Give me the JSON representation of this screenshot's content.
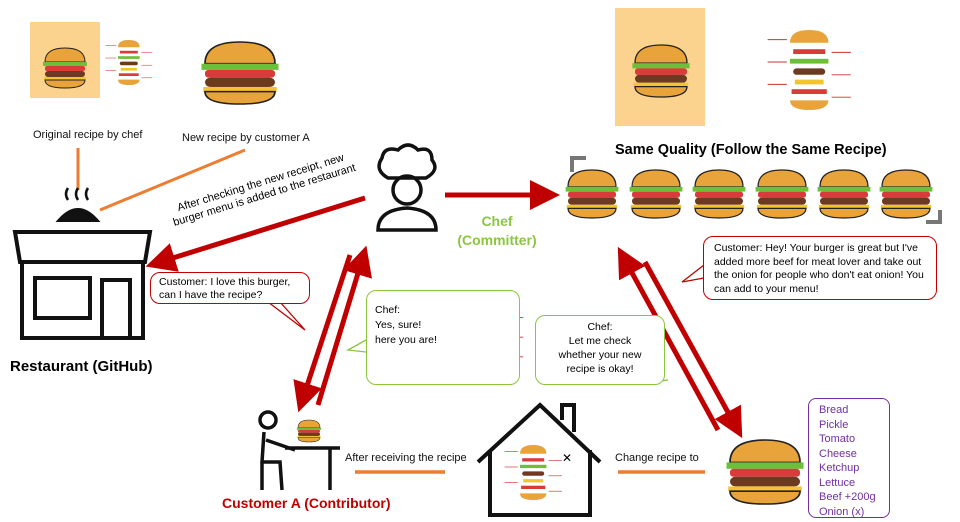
{
  "top_left": {
    "original_label": "Original recipe by chef",
    "new_label": "New recipe by customer A"
  },
  "restaurant": {
    "label": "Restaurant (GitHub)"
  },
  "chef": {
    "label_line1": "Chef",
    "label_line2": "(Committer)",
    "color": "#8cc63f"
  },
  "arrow_to_restaurant": {
    "line1": "After checking the new receipt, new",
    "line2": "burger menu is added to the restaurant"
  },
  "same_quality": {
    "title": "Same Quality (Follow the Same Recipe)"
  },
  "bubbles": {
    "customer_request": "Customer: I love this burger, can I have the recipe?",
    "chef_reply": {
      "line1": "Chef:",
      "line2": "Yes, sure!",
      "line3": "here you are!"
    },
    "chef_check": {
      "line1": "Chef:",
      "line2": "Let me check",
      "line3": "whether your new",
      "line4": "recipe is okay!"
    },
    "customer_feedback": "Customer: Hey! Your burger is great but I've added more beef for meat lover and take out the onion for people who don't eat onion! You can add to your menu!"
  },
  "customer": {
    "label": "Customer A (Contributor)",
    "color": "#c00000"
  },
  "flow": {
    "after_receiving": "After receiving the recipe",
    "change_recipe": "Change recipe to"
  },
  "recipe_list": [
    "Bread",
    "Pickle",
    "Tomato",
    "Cheese",
    "Ketchup",
    "Lettuce",
    "Beef +200g",
    "Onion (x)"
  ],
  "colors": {
    "arrow": "#c00000",
    "connector": "#ed7d31",
    "recipe_bg": "#fcd28f",
    "list": "#7030a0"
  }
}
